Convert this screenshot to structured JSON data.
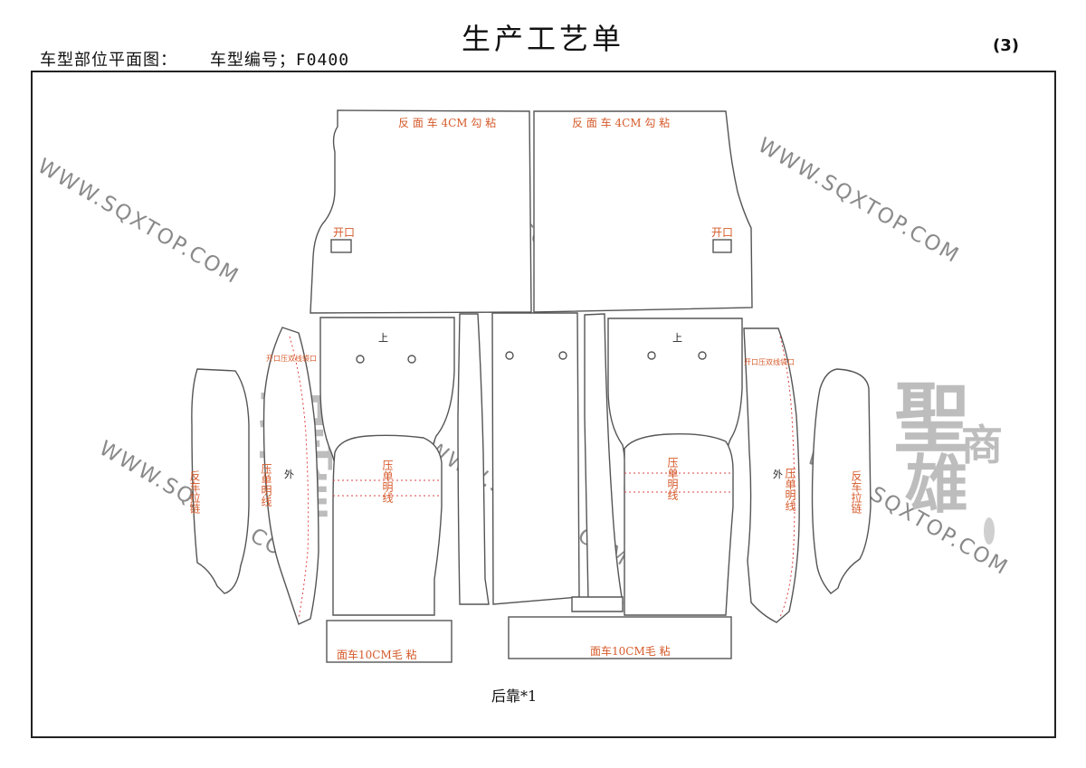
{
  "header": {
    "title": "生产工艺单",
    "left_label": "车型部位平面图：",
    "model_label": "车型编号；F0400",
    "page_no": "(3)"
  },
  "notes": {
    "top_left_band": "反 面 车 4CM  勾 粘",
    "top_right_band": "反 面 车 4CM  勾 粘",
    "opening_left": "开口",
    "opening_right": "开口",
    "up_left": "上",
    "up_right": "上",
    "pocket_left": "开口压双线袋口",
    "pocket_right": "开口压双线袋口",
    "zip_left": "反车拉链",
    "zip_right": "反车拉链",
    "single_line_a": "压单明线",
    "single_line_b": "压单明线",
    "single_line_c": "压单明线",
    "single_line_d": "压单明线",
    "outer_left": "外",
    "outer_right": "外",
    "bottom_left_band": "面车10CM毛 粘",
    "bottom_right_band": "面车10CM毛 粘",
    "caption": "后靠*1"
  },
  "watermark": {
    "url": "WWW.SQXTOP.COM",
    "brand_big": "聖",
    "brand_small": "商",
    "brand_mid": "雄"
  },
  "colors": {
    "note": "#d55a2a",
    "outline": "#555555",
    "watermark": "#bdbdbd"
  }
}
